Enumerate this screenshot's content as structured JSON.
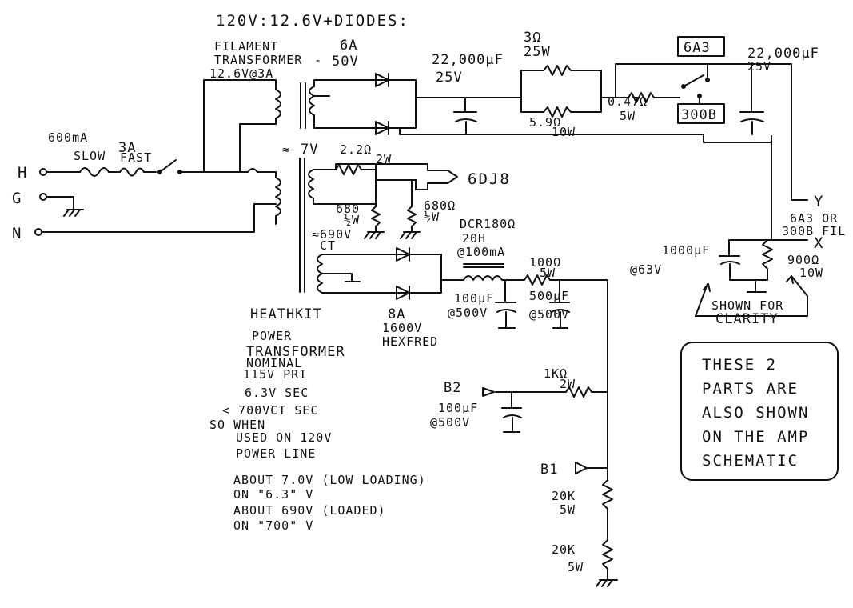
{
  "header": "120V:12.6V+DIODES:",
  "filament": {
    "l1": "FILAMENT",
    "l2": "TRANSFORMER",
    "l3": "12.6V@3A",
    "sec_current": "6A",
    "sec_volt": "50V",
    "dash": "-"
  },
  "mains": {
    "h": "H",
    "g": "G",
    "n": "N",
    "fuse_slow_a": "600mA",
    "fuse_slow_b": "SLOW",
    "fuse_fast_a": "3A",
    "fuse_fast_b": "FAST"
  },
  "cap1": {
    "v1": "22,000µF",
    "v2": "25V"
  },
  "res3": {
    "v1": "3Ω",
    "v2": "25W"
  },
  "res59": {
    "v1": "5.9Ω",
    "v2": "10W"
  },
  "res047": {
    "v1": "0.47Ω",
    "v2": "5W"
  },
  "tube_6a3": "6A3",
  "tube_300b": "300B",
  "cap2": {
    "v1": "22,000µF",
    "v2": "25V"
  },
  "power_tx_sec": {
    "tilde": "≈",
    "v": "7V",
    "r": "2.2Ω",
    "w": "2W",
    "load": "6DJ8",
    "r680a": "680",
    "w680a": "½W",
    "r680b": "680Ω",
    "w680b": "½W"
  },
  "hv": {
    "ct_a": "≈690V",
    "ct_b": "CT",
    "diode_a": "8A",
    "diode_b": "1600V",
    "diode_c": "HEXFRED"
  },
  "choke": {
    "a": "DCR180Ω",
    "b": "20H",
    "c": "@100mA"
  },
  "cap100": {
    "a": "100µF",
    "b": "@500V"
  },
  "res100": {
    "a": "100Ω",
    "b": "5W"
  },
  "cap500": {
    "a": "500µF",
    "b": "@500V"
  },
  "b2": {
    "label": "B2",
    "res_a": "1KΩ",
    "res_b": "2W",
    "cap_a": "100µF",
    "cap_b": "@500V"
  },
  "b1": {
    "label": "B1",
    "r1a": "20K",
    "r1b": "5W",
    "r2a": "20K",
    "r2b": "5W"
  },
  "outputs": {
    "y": "Y",
    "x": "X",
    "fil_a": "6A3 OR",
    "fil_b": "300B FIL"
  },
  "xcap": {
    "a": "1000µF",
    "b": "@63V",
    "r_a": "900Ω",
    "r_b": "10W"
  },
  "clarity": {
    "a": "SHOWN FOR",
    "b": "CLARITY"
  },
  "note_box": [
    "THESE 2",
    "PARTS ARE",
    "ALSO SHOWN",
    "ON THE AMP",
    "SCHEMATIC"
  ],
  "heathkit_notes": [
    "HEATHKIT",
    "POWER",
    "TRANSFORMER",
    "NOMINAL",
    "115V PRI",
    "6.3V SEC",
    "< 700VCT SEC",
    "SO WHEN",
    "USED ON 120V",
    "POWER LINE",
    "ABOUT 7.0V (LOW LOADING)",
    "ON \"6.3\" V",
    "ABOUT 690V (LOADED)",
    "ON \"700\" V"
  ]
}
